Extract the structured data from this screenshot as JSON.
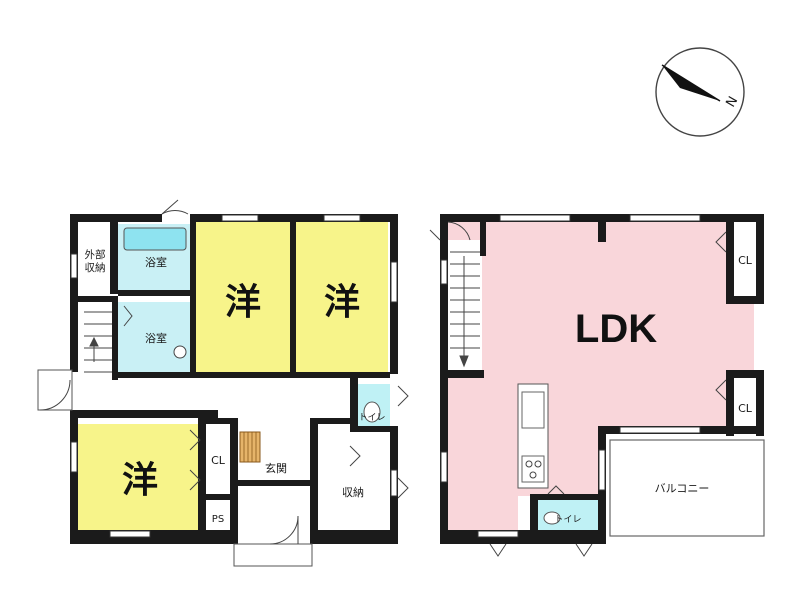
{
  "floor_plan": {
    "colors": {
      "wall": "#1b1b1b",
      "western_room": "#f7f48a",
      "ldk": "#f9d6da",
      "bath": "#c9f0f5",
      "bathtub": "#8ee3f0",
      "toilet": "#bff1f5",
      "floor": "#ffffff"
    },
    "compass": {
      "letter": "N",
      "icon": "compass-arrow-icon"
    },
    "ground_floor": {
      "rooms": {
        "outdoor_storage": "外部\n収納",
        "bathroom": "浴室",
        "washroom": "浴室",
        "western_1": "洋",
        "western_2": "洋",
        "western_3": "洋",
        "closet": "CL",
        "entrance": "玄関",
        "toilet": "トイレ",
        "storage": "収納",
        "pipe_space": "PS"
      }
    },
    "upper_floor": {
      "rooms": {
        "ldk": "LDK",
        "closet_1": "CL",
        "closet_2": "CL",
        "balcony": "バルコニー",
        "toilet": "トイレ"
      }
    }
  }
}
